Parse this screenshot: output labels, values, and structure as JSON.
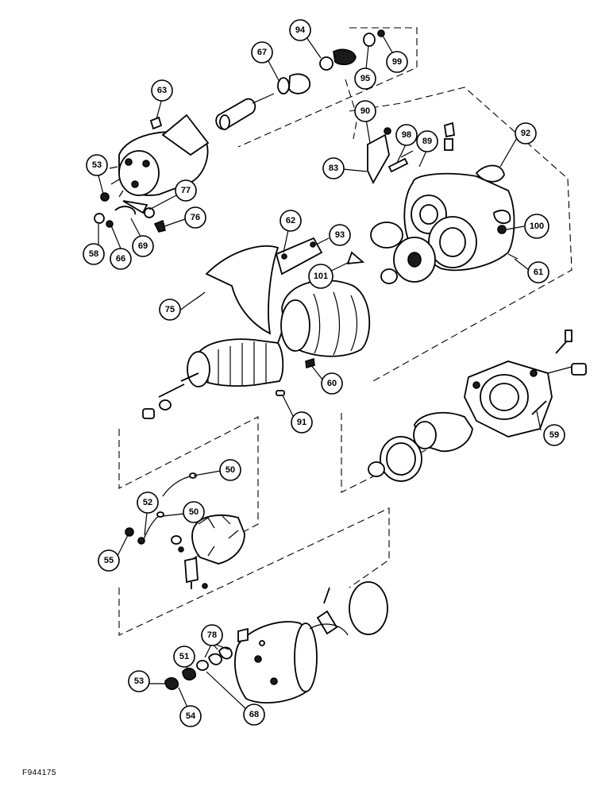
{
  "figure_id": "F944175",
  "callouts": [
    {
      "id": "c-94",
      "label": "94"
    },
    {
      "id": "c-67",
      "label": "67"
    },
    {
      "id": "c-95",
      "label": "95"
    },
    {
      "id": "c-99",
      "label": "99"
    },
    {
      "id": "c-63",
      "label": "63"
    },
    {
      "id": "c-90",
      "label": "90"
    },
    {
      "id": "c-98",
      "label": "98"
    },
    {
      "id": "c-89",
      "label": "89"
    },
    {
      "id": "c-92",
      "label": "92"
    },
    {
      "id": "c-83",
      "label": "83"
    },
    {
      "id": "c-53a",
      "label": "53"
    },
    {
      "id": "c-77",
      "label": "77"
    },
    {
      "id": "c-76",
      "label": "76"
    },
    {
      "id": "c-58",
      "label": "58"
    },
    {
      "id": "c-66",
      "label": "66"
    },
    {
      "id": "c-69",
      "label": "69"
    },
    {
      "id": "c-62",
      "label": "62"
    },
    {
      "id": "c-93",
      "label": "93"
    },
    {
      "id": "c-100",
      "label": "100"
    },
    {
      "id": "c-101",
      "label": "101"
    },
    {
      "id": "c-61",
      "label": "61"
    },
    {
      "id": "c-75",
      "label": "75"
    },
    {
      "id": "c-60",
      "label": "60"
    },
    {
      "id": "c-91",
      "label": "91"
    },
    {
      "id": "c-59",
      "label": "59"
    },
    {
      "id": "c-50a",
      "label": "50"
    },
    {
      "id": "c-52",
      "label": "52"
    },
    {
      "id": "c-50b",
      "label": "50"
    },
    {
      "id": "c-55",
      "label": "55"
    },
    {
      "id": "c-78",
      "label": "78"
    },
    {
      "id": "c-51",
      "label": "51"
    },
    {
      "id": "c-53b",
      "label": "53"
    },
    {
      "id": "c-54",
      "label": "54"
    },
    {
      "id": "c-68",
      "label": "68"
    }
  ]
}
